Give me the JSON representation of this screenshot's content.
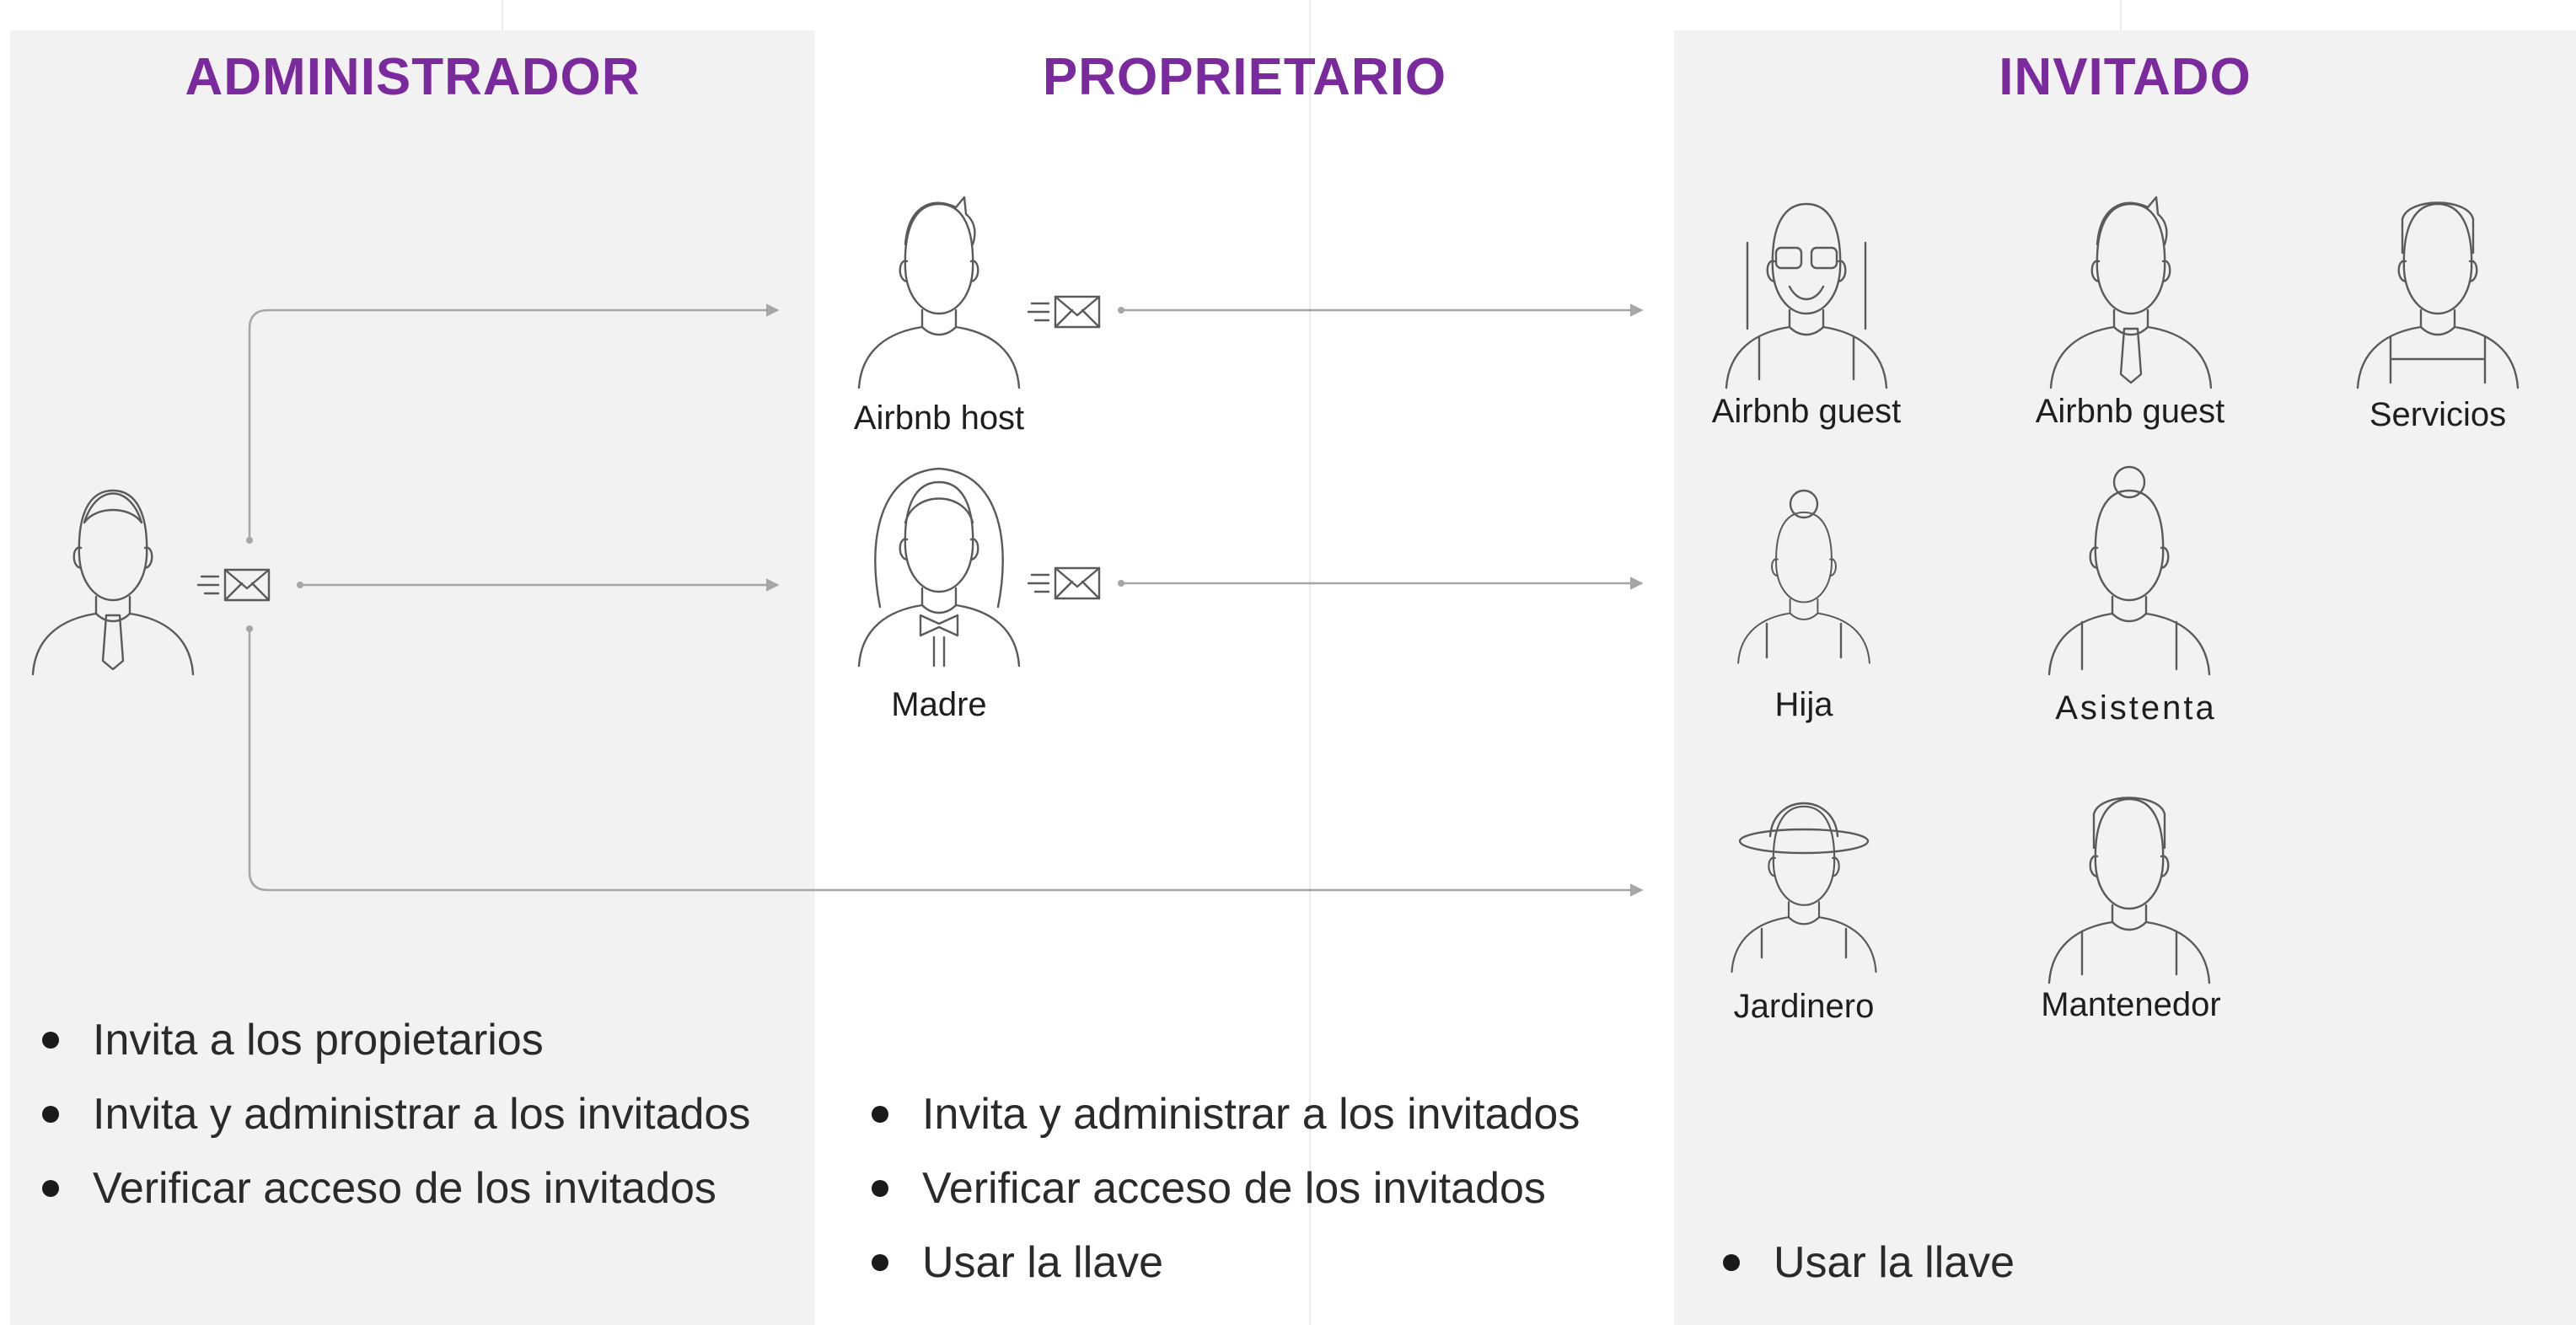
{
  "colors": {
    "heading": "#7a2a9c",
    "panel": "#f2f2f2",
    "arrow": "#a6a6a6"
  },
  "columns": {
    "admin": {
      "title": "ADMINISTRADOR"
    },
    "owner": {
      "title": "PROPRIETARIO"
    },
    "guest": {
      "title": "INVITADO"
    }
  },
  "people": {
    "airbnb_host": "Airbnb host",
    "madre": "Madre",
    "guest_1": "Airbnb guest",
    "guest_2": "Airbnb guest",
    "servicios": "Servicios",
    "hija": "Hija",
    "asistenta": "Asistenta",
    "jardinero": "Jardinero",
    "mantenedor": "Mantenedor"
  },
  "icons": [
    "man-tie-icon",
    "envelope-icon",
    "man-icon",
    "woman-bowtie-icon",
    "hiker-icon",
    "worker-icon",
    "girl-icon",
    "woman-apron-icon",
    "gardener-icon",
    "cap-worker-icon"
  ],
  "bullets": {
    "admin": [
      "Invita a los propietarios",
      "Invita y administrar a los invitados",
      "Verificar acceso de los invitados"
    ],
    "owner": [
      "Invita y administrar a los invitados",
      "Verificar acceso de los invitados",
      "Usar la llave"
    ],
    "guest": [
      "Usar la llave"
    ]
  }
}
